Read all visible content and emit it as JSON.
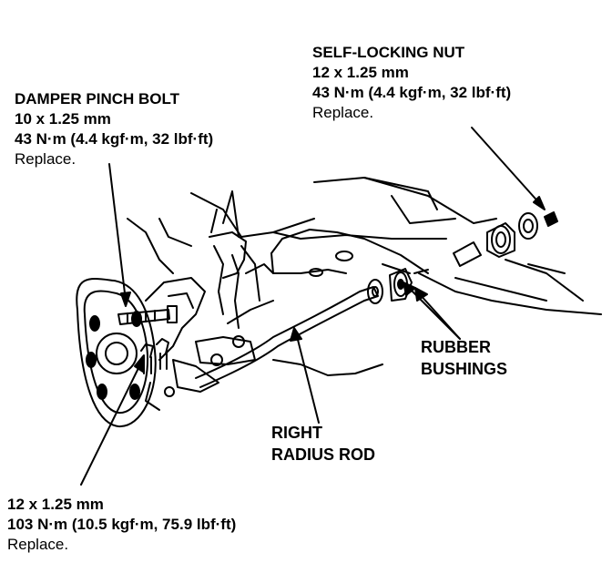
{
  "callouts": {
    "damper_pinch_bolt": {
      "title": "DAMPER PINCH BOLT",
      "size": "10 x 1.25 mm",
      "torque": "43 N·m (4.4 kgf·m, 32 lbf·ft)",
      "note": "Replace."
    },
    "self_locking_nut": {
      "title": "SELF-LOCKING NUT",
      "size": "12 x 1.25 mm",
      "torque": "43 N·m (4.4 kgf·m, 32 lbf·ft)",
      "note": "Replace."
    },
    "lower_bolts": {
      "size": "12 x 1.25 mm",
      "torque": "103 N·m (10.5 kgf·m, 75.9 lbf·ft)",
      "note": "Replace."
    }
  },
  "labels": {
    "rubber_bushings": [
      "RUBBER",
      "BUSHINGS"
    ],
    "right_radius_rod": [
      "RIGHT",
      "RADIUS ROD"
    ]
  }
}
